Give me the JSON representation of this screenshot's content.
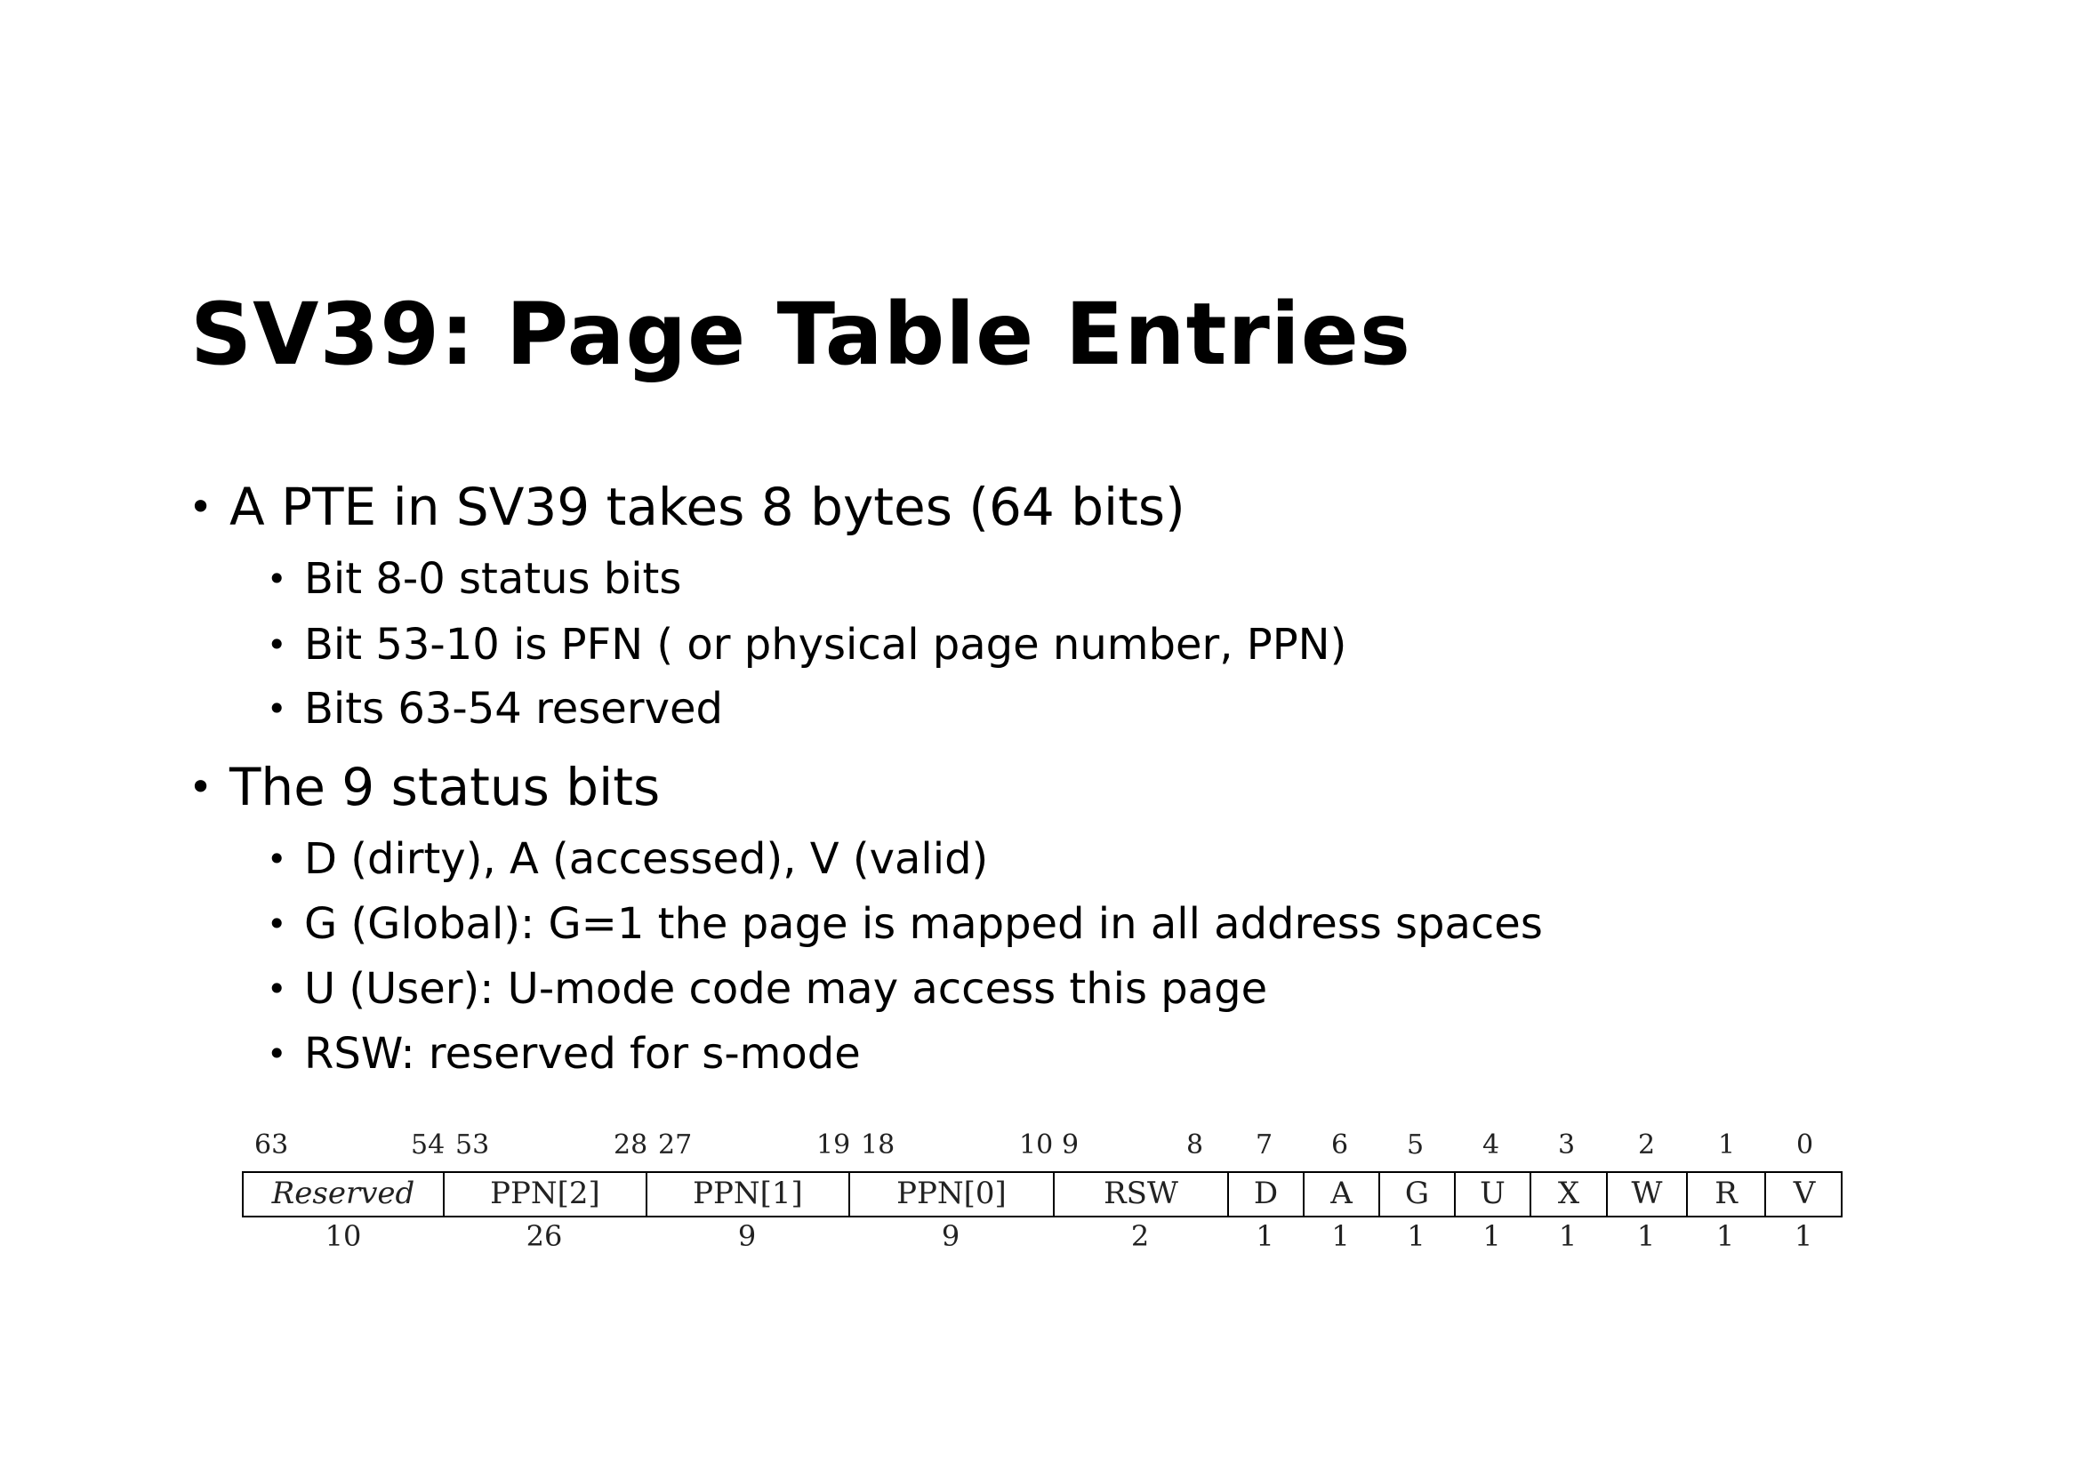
{
  "slide": {
    "title": "SV39: Page Table Entries",
    "bullets": [
      {
        "text": "A PTE in SV39 takes 8 bytes (64 bits)",
        "sub": [
          "Bit 8-0 status bits",
          "Bit 53-10 is PFN ( or physical page number, PPN)",
          "Bits 63-54 reserved"
        ]
      },
      {
        "text": "The 9 status bits",
        "sub": [
          "D (dirty), A (accessed), V (valid)",
          "G (Global): G=1 the page is mapped in all address spaces",
          "U (User): U-mode code may access this page",
          "RSW: reserved for s-mode"
        ]
      }
    ],
    "bullet_glyph": "•"
  },
  "pte_diagram": {
    "fields": [
      {
        "label": "Reserved",
        "hi": "63",
        "lo": "54",
        "width": "10"
      },
      {
        "label": "PPN[2]",
        "hi": "53",
        "lo": "28",
        "width": "26"
      },
      {
        "label": "PPN[1]",
        "hi": "27",
        "lo": "19",
        "width": "9"
      },
      {
        "label": "PPN[0]",
        "hi": "18",
        "lo": "10",
        "width": "9"
      },
      {
        "label": "RSW",
        "hi": "9",
        "lo": "8",
        "width": "2"
      },
      {
        "label": "D",
        "hi": "7",
        "width": "1"
      },
      {
        "label": "A",
        "hi": "6",
        "width": "1"
      },
      {
        "label": "G",
        "hi": "5",
        "width": "1"
      },
      {
        "label": "U",
        "hi": "4",
        "width": "1"
      },
      {
        "label": "X",
        "hi": "3",
        "width": "1"
      },
      {
        "label": "W",
        "hi": "2",
        "width": "1"
      },
      {
        "label": "R",
        "hi": "1",
        "width": "1"
      },
      {
        "label": "V",
        "hi": "0",
        "width": "1"
      }
    ]
  }
}
